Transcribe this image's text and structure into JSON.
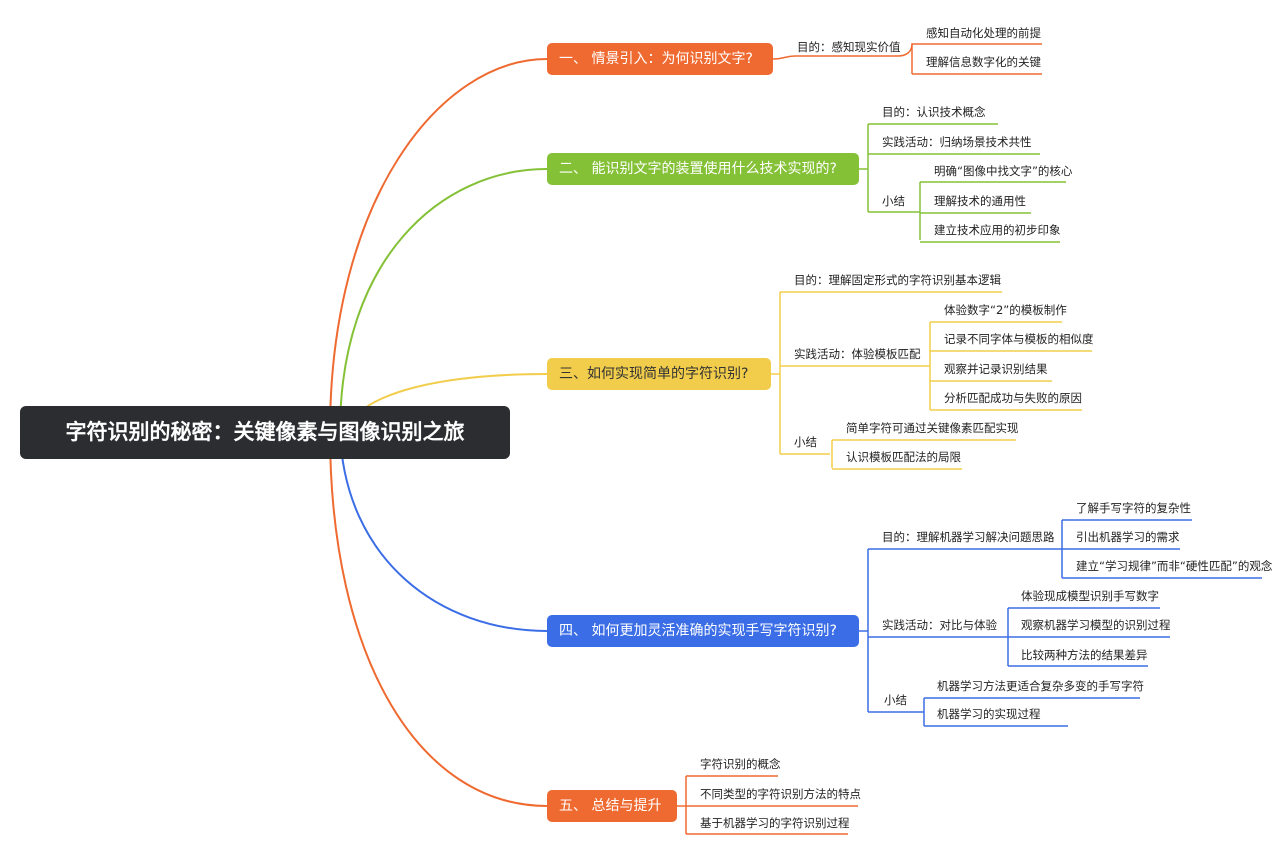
{
  "root": "字符识别的秘密：关键像素与图像识别之旅",
  "colors": {
    "orange": "#ef6a30",
    "green": "#85c137",
    "yellow": "#f2cd4b",
    "blue": "#3b6ee6",
    "dark": "#2b2d30"
  },
  "branches": [
    {
      "title": "一、 情景引入：为何识别文字?",
      "children": [
        {
          "label": "目的：感知现实价值",
          "children": [
            "感知自动化处理的前提",
            "理解信息数字化的关键"
          ]
        }
      ]
    },
    {
      "title": "二、 能识别文字的装置使用什么技术实现的?",
      "children": [
        {
          "label": "目的：认识技术概念"
        },
        {
          "label": "实践活动：归纳场景技术共性"
        },
        {
          "label": "小结",
          "children": [
            "明确“图像中找文字”的核心",
            "理解技术的通用性",
            "建立技术应用的初步印象"
          ]
        }
      ]
    },
    {
      "title": "三、如何实现简单的字符识别?",
      "children": [
        {
          "label": "目的：理解固定形式的字符识别基本逻辑"
        },
        {
          "label": "实践活动：体验模板匹配",
          "children": [
            "体验数字“2”的模板制作",
            "记录不同字体与模板的相似度",
            "观察并记录识别结果",
            "分析匹配成功与失败的原因"
          ]
        },
        {
          "label": "小结",
          "children": [
            "简单字符可通过关键像素匹配实现",
            "认识模板匹配法的局限"
          ]
        }
      ]
    },
    {
      "title": "四、 如何更加灵活准确的实现手写字符识别?",
      "children": [
        {
          "label": "目的：理解机器学习解决问题思路",
          "children": [
            "了解手写字符的复杂性",
            "引出机器学习的需求",
            "建立“学习规律”而非“硬性匹配”的观念"
          ]
        },
        {
          "label": "实践活动：对比与体验",
          "children": [
            "体验现成模型识别手写数字",
            "观察机器学习模型的识别过程",
            "比较两种方法的结果差异"
          ]
        },
        {
          "label": "小结",
          "children": [
            "机器学习方法更适合复杂多变的手写字符",
            "机器学习的实现过程"
          ]
        }
      ]
    },
    {
      "title": "五、 总结与提升",
      "children": [
        {
          "label": "字符识别的概念"
        },
        {
          "label": "不同类型的字符识别方法的特点"
        },
        {
          "label": "基于机器学习的字符识别过程"
        }
      ]
    }
  ]
}
